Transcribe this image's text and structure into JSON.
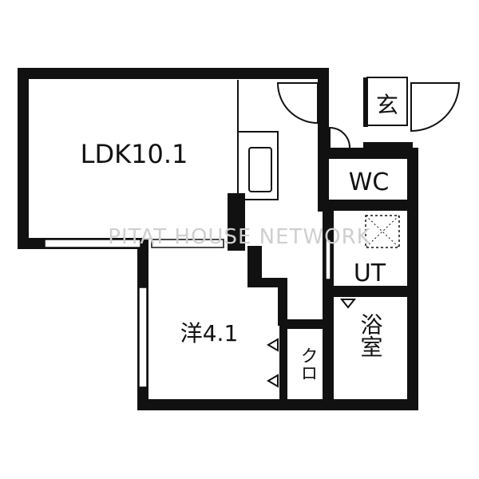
{
  "rooms": {
    "ldk": "LDK10.1",
    "western": "洋4.1",
    "closet": "クロ",
    "wc": "WC",
    "ut": "UT",
    "bath": "浴室",
    "entrance": "玄"
  },
  "watermark": "PITAT HOUSE NETWORK"
}
